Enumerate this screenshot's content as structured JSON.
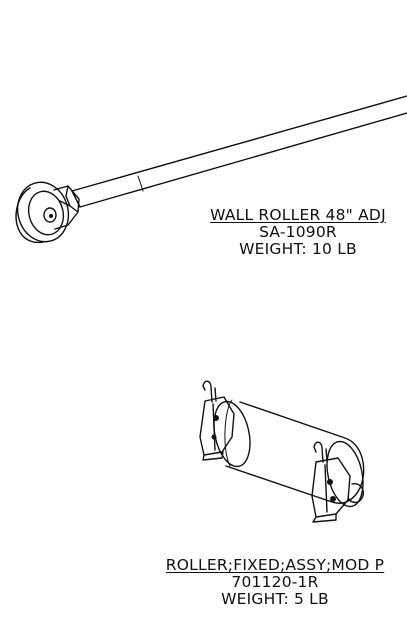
{
  "items": [
    {
      "title": "WALL ROLLER 48\" ADJ",
      "part_number": "SA-1090R",
      "weight": "WEIGHT: 10 LB"
    },
    {
      "title": "ROLLER;FIXED;ASSY;MOD P",
      "part_number": "701120-1R",
      "weight": "WEIGHT: 5 LB"
    }
  ]
}
